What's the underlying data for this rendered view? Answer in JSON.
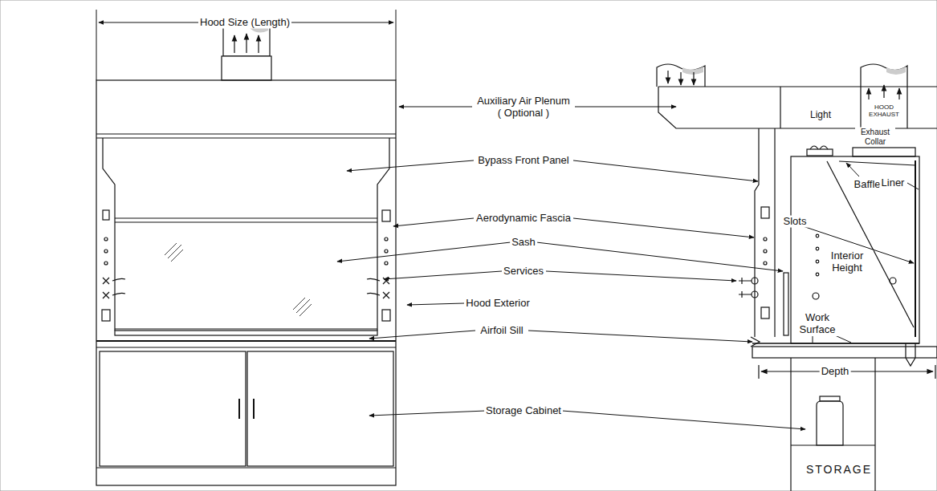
{
  "diagram": {
    "labels": [
      "Hood Size (Length)",
      "Auxiliary Air Plenum",
      "( Optional )",
      "Bypass Front Panel",
      "Aerodynamic Fascia",
      "Sash",
      "Services",
      "Hood Exterior",
      "Airfoil Sill",
      "Storage Cabinet",
      "Light",
      "HOOD EXHAUST",
      "Exhaust Collar",
      "Baffle",
      "Liner",
      "Slots",
      "Interior Height",
      "Work Surface",
      "Depth",
      "STORAGE"
    ]
  }
}
